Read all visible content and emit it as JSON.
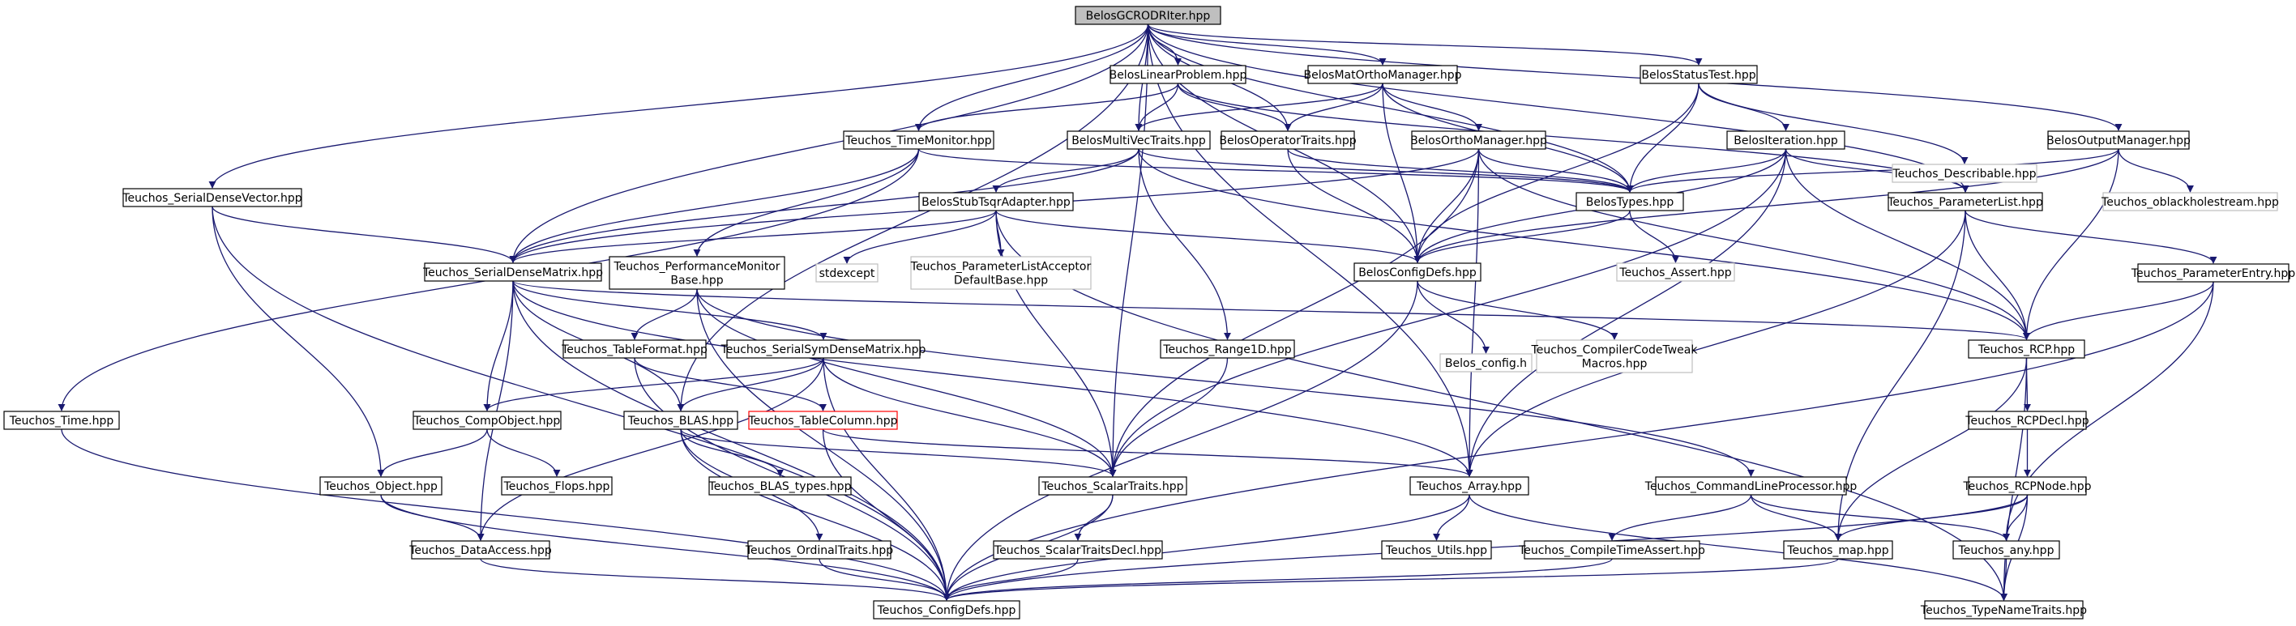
{
  "graph": {
    "colors": {
      "root_fill": "#bfbfbf",
      "node_border": "#000000",
      "external_border": "#bfbfbf",
      "highlight_border": "#ff0000",
      "edge": "#191970",
      "external_text": "#7f7f7f"
    },
    "nodes": [
      {
        "id": "root",
        "lines": [
          "BelosGCRODRIter.hpp"
        ],
        "kind": "root"
      },
      {
        "id": "linprob",
        "lines": [
          "BelosLinearProblem.hpp"
        ],
        "kind": "normal"
      },
      {
        "id": "matortho",
        "lines": [
          "BelosMatOrthoManager.hpp"
        ],
        "kind": "normal"
      },
      {
        "id": "statustest",
        "lines": [
          "BelosStatusTest.hpp"
        ],
        "kind": "normal"
      },
      {
        "id": "timemon",
        "lines": [
          "Teuchos_TimeMonitor.hpp"
        ],
        "kind": "normal"
      },
      {
        "id": "multivec",
        "lines": [
          "BelosMultiVecTraits.hpp"
        ],
        "kind": "normal"
      },
      {
        "id": "optraits",
        "lines": [
          "BelosOperatorTraits.hpp"
        ],
        "kind": "normal"
      },
      {
        "id": "orthomgr",
        "lines": [
          "BelosOrthoManager.hpp"
        ],
        "kind": "normal"
      },
      {
        "id": "iteration",
        "lines": [
          "BelosIteration.hpp"
        ],
        "kind": "normal"
      },
      {
        "id": "describable",
        "lines": [
          "Teuchos_Describable.hpp"
        ],
        "kind": "external"
      },
      {
        "id": "outputmgr",
        "lines": [
          "BelosOutputManager.hpp"
        ],
        "kind": "normal"
      },
      {
        "id": "serialdensevec",
        "lines": [
          "Teuchos_SerialDenseVector.hpp"
        ],
        "kind": "normal"
      },
      {
        "id": "stubtsqr",
        "lines": [
          "BelosStubTsqrAdapter.hpp"
        ],
        "kind": "normal"
      },
      {
        "id": "belostypes",
        "lines": [
          "BelosTypes.hpp"
        ],
        "kind": "normal"
      },
      {
        "id": "paramlist",
        "lines": [
          "Teuchos_ParameterList.hpp"
        ],
        "kind": "normal"
      },
      {
        "id": "oblackhole",
        "lines": [
          "Teuchos_oblackholestream.hpp"
        ],
        "kind": "external"
      },
      {
        "id": "serialdensemat",
        "lines": [
          "Teuchos_SerialDenseMatrix.hpp"
        ],
        "kind": "normal"
      },
      {
        "id": "perfmon",
        "lines": [
          "Teuchos_PerformanceMonitor",
          "Base.hpp"
        ],
        "kind": "normal"
      },
      {
        "id": "stdexcept",
        "lines": [
          "stdexcept"
        ],
        "kind": "external"
      },
      {
        "id": "plistacceptor",
        "lines": [
          "Teuchos_ParameterListAcceptor",
          "DefaultBase.hpp"
        ],
        "kind": "external"
      },
      {
        "id": "belosconfig",
        "lines": [
          "BelosConfigDefs.hpp"
        ],
        "kind": "normal"
      },
      {
        "id": "assert",
        "lines": [
          "Teuchos_Assert.hpp"
        ],
        "kind": "external"
      },
      {
        "id": "paramentry",
        "lines": [
          "Teuchos_ParameterEntry.hpp"
        ],
        "kind": "normal"
      },
      {
        "id": "tableformat",
        "lines": [
          "Teuchos_TableFormat.hpp"
        ],
        "kind": "normal"
      },
      {
        "id": "serialsym",
        "lines": [
          "Teuchos_SerialSymDenseMatrix.hpp"
        ],
        "kind": "normal"
      },
      {
        "id": "range1d",
        "lines": [
          "Teuchos_Range1D.hpp"
        ],
        "kind": "normal"
      },
      {
        "id": "belosconfigh",
        "lines": [
          "Belos_config.h"
        ],
        "kind": "external"
      },
      {
        "id": "codetweak",
        "lines": [
          "Teuchos_CompilerCodeTweak",
          "Macros.hpp"
        ],
        "kind": "external"
      },
      {
        "id": "rcp",
        "lines": [
          "Teuchos_RCP.hpp"
        ],
        "kind": "normal"
      },
      {
        "id": "time",
        "lines": [
          "Teuchos_Time.hpp"
        ],
        "kind": "normal"
      },
      {
        "id": "compobject",
        "lines": [
          "Teuchos_CompObject.hpp"
        ],
        "kind": "normal"
      },
      {
        "id": "blas",
        "lines": [
          "Teuchos_BLAS.hpp"
        ],
        "kind": "normal"
      },
      {
        "id": "tablecolumn",
        "lines": [
          "Teuchos_TableColumn.hpp"
        ],
        "kind": "highlight"
      },
      {
        "id": "rcpdecl",
        "lines": [
          "Teuchos_RCPDecl.hpp"
        ],
        "kind": "normal"
      },
      {
        "id": "object",
        "lines": [
          "Teuchos_Object.hpp"
        ],
        "kind": "normal"
      },
      {
        "id": "flops",
        "lines": [
          "Teuchos_Flops.hpp"
        ],
        "kind": "normal"
      },
      {
        "id": "blastypes",
        "lines": [
          "Teuchos_BLAS_types.hpp"
        ],
        "kind": "normal"
      },
      {
        "id": "scalartraits",
        "lines": [
          "Teuchos_ScalarTraits.hpp"
        ],
        "kind": "normal"
      },
      {
        "id": "array",
        "lines": [
          "Teuchos_Array.hpp"
        ],
        "kind": "normal"
      },
      {
        "id": "cmdline",
        "lines": [
          "Teuchos_CommandLineProcessor.hpp"
        ],
        "kind": "normal"
      },
      {
        "id": "rcpnode",
        "lines": [
          "Teuchos_RCPNode.hpp"
        ],
        "kind": "normal"
      },
      {
        "id": "dataaccess",
        "lines": [
          "Teuchos_DataAccess.hpp"
        ],
        "kind": "normal"
      },
      {
        "id": "ordinaltraits",
        "lines": [
          "Teuchos_OrdinalTraits.hpp"
        ],
        "kind": "normal"
      },
      {
        "id": "scalartraitsdecl",
        "lines": [
          "Teuchos_ScalarTraitsDecl.hpp"
        ],
        "kind": "normal"
      },
      {
        "id": "utils",
        "lines": [
          "Teuchos_Utils.hpp"
        ],
        "kind": "normal"
      },
      {
        "id": "compiletime",
        "lines": [
          "Teuchos_CompileTimeAssert.hpp"
        ],
        "kind": "normal"
      },
      {
        "id": "map",
        "lines": [
          "Teuchos_map.hpp"
        ],
        "kind": "normal"
      },
      {
        "id": "any",
        "lines": [
          "Teuchos_any.hpp"
        ],
        "kind": "normal"
      },
      {
        "id": "configdefs",
        "lines": [
          "Teuchos_ConfigDefs.hpp"
        ],
        "kind": "normal"
      },
      {
        "id": "typename",
        "lines": [
          "Teuchos_TypeNameTraits.hpp"
        ],
        "kind": "normal"
      }
    ],
    "edges": [
      [
        "root",
        "linprob"
      ],
      [
        "root",
        "matortho"
      ],
      [
        "root",
        "statustest"
      ],
      [
        "root",
        "timemon"
      ],
      [
        "root",
        "multivec"
      ],
      [
        "root",
        "optraits"
      ],
      [
        "root",
        "outputmgr"
      ],
      [
        "root",
        "serialdensevec"
      ],
      [
        "root",
        "belostypes"
      ],
      [
        "root",
        "paramlist"
      ],
      [
        "root",
        "serialdensemat"
      ],
      [
        "root",
        "belosconfig"
      ],
      [
        "root",
        "scalartraits"
      ],
      [
        "root",
        "blas"
      ],
      [
        "root",
        "array"
      ],
      [
        "linprob",
        "multivec"
      ],
      [
        "linprob",
        "optraits"
      ],
      [
        "linprob",
        "timemon"
      ],
      [
        "linprob",
        "paramlist"
      ],
      [
        "matortho",
        "multivec"
      ],
      [
        "matortho",
        "optraits"
      ],
      [
        "matortho",
        "orthomgr"
      ],
      [
        "matortho",
        "belostypes"
      ],
      [
        "matortho",
        "belosconfig"
      ],
      [
        "statustest",
        "iteration"
      ],
      [
        "statustest",
        "describable"
      ],
      [
        "statustest",
        "belostypes"
      ],
      [
        "statustest",
        "belosconfig"
      ],
      [
        "timemon",
        "perfmon"
      ],
      [
        "timemon",
        "time"
      ],
      [
        "timemon",
        "belostypes"
      ],
      [
        "timemon",
        "serialdensemat"
      ],
      [
        "multivec",
        "stubtsqr"
      ],
      [
        "multivec",
        "range1d"
      ],
      [
        "multivec",
        "belostypes"
      ],
      [
        "multivec",
        "rcp"
      ],
      [
        "multivec",
        "serialdensemat"
      ],
      [
        "optraits",
        "belostypes"
      ],
      [
        "optraits",
        "belosconfig"
      ],
      [
        "orthomgr",
        "belostypes"
      ],
      [
        "orthomgr",
        "belosconfig"
      ],
      [
        "orthomgr",
        "scalartraits"
      ],
      [
        "orthomgr",
        "array"
      ],
      [
        "orthomgr",
        "rcp"
      ],
      [
        "orthomgr",
        "serialdensemat"
      ],
      [
        "iteration",
        "belostypes"
      ],
      [
        "iteration",
        "paramlist"
      ],
      [
        "iteration",
        "belosconfig"
      ],
      [
        "iteration",
        "scalartraits"
      ],
      [
        "iteration",
        "array"
      ],
      [
        "iteration",
        "rcp"
      ],
      [
        "outputmgr",
        "belostypes"
      ],
      [
        "outputmgr",
        "oblackhole"
      ],
      [
        "outputmgr",
        "rcp"
      ],
      [
        "outputmgr",
        "belosconfig"
      ],
      [
        "serialdensevec",
        "serialdensemat"
      ],
      [
        "serialdensevec",
        "object"
      ],
      [
        "serialdensevec",
        "configdefs"
      ],
      [
        "stubtsqr",
        "serialdensemat"
      ],
      [
        "stubtsqr",
        "stdexcept"
      ],
      [
        "stubtsqr",
        "plistacceptor"
      ],
      [
        "stubtsqr",
        "belosconfig"
      ],
      [
        "stubtsqr",
        "scalartraits"
      ],
      [
        "stubtsqr",
        "typename"
      ],
      [
        "belostypes",
        "belosconfig"
      ],
      [
        "belostypes",
        "assert"
      ],
      [
        "paramlist",
        "paramentry"
      ],
      [
        "paramlist",
        "rcp"
      ],
      [
        "paramlist",
        "map"
      ],
      [
        "paramlist",
        "array"
      ],
      [
        "serialdensemat",
        "compobject"
      ],
      [
        "serialdensemat",
        "blas"
      ],
      [
        "serialdensemat",
        "serialsym"
      ],
      [
        "serialdensemat",
        "dataaccess"
      ],
      [
        "serialdensemat",
        "configdefs"
      ],
      [
        "serialdensemat",
        "rcp"
      ],
      [
        "serialdensemat",
        "array"
      ],
      [
        "perfmon",
        "tableformat"
      ],
      [
        "perfmon",
        "configdefs"
      ],
      [
        "perfmon",
        "scalartraits"
      ],
      [
        "perfmon",
        "cmdline"
      ],
      [
        "belosconfig",
        "belosconfigh"
      ],
      [
        "belosconfig",
        "codetweak"
      ],
      [
        "belosconfig",
        "configdefs"
      ],
      [
        "paramentry",
        "rcp"
      ],
      [
        "paramentry",
        "any"
      ],
      [
        "paramentry",
        "configdefs"
      ],
      [
        "tableformat",
        "tablecolumn"
      ],
      [
        "tableformat",
        "configdefs"
      ],
      [
        "serialsym",
        "compobject"
      ],
      [
        "serialsym",
        "blas"
      ],
      [
        "serialsym",
        "scalartraits"
      ],
      [
        "serialsym",
        "dataaccess"
      ],
      [
        "serialsym",
        "configdefs"
      ],
      [
        "range1d",
        "scalartraits"
      ],
      [
        "rcp",
        "rcpdecl"
      ],
      [
        "rcp",
        "map"
      ],
      [
        "rcp",
        "typename"
      ],
      [
        "compobject",
        "object"
      ],
      [
        "compobject",
        "flops"
      ],
      [
        "blas",
        "blastypes"
      ],
      [
        "blas",
        "scalartraits"
      ],
      [
        "blas",
        "ordinaltraits"
      ],
      [
        "blas",
        "configdefs"
      ],
      [
        "tablecolumn",
        "array"
      ],
      [
        "tablecolumn",
        "configdefs"
      ],
      [
        "rcpdecl",
        "rcpnode"
      ],
      [
        "object",
        "dataaccess"
      ],
      [
        "object",
        "configdefs"
      ],
      [
        "scalartraits",
        "scalartraitsdecl"
      ],
      [
        "scalartraits",
        "configdefs"
      ],
      [
        "array",
        "utils"
      ],
      [
        "array",
        "configdefs"
      ],
      [
        "array",
        "typename"
      ],
      [
        "cmdline",
        "compiletime"
      ],
      [
        "cmdline",
        "map"
      ],
      [
        "cmdline",
        "any"
      ],
      [
        "rcpnode",
        "map"
      ],
      [
        "rcpnode",
        "any"
      ],
      [
        "rcpnode",
        "typename"
      ],
      [
        "rcpnode",
        "configdefs"
      ],
      [
        "dataaccess",
        "configdefs"
      ],
      [
        "ordinaltraits",
        "configdefs"
      ],
      [
        "scalartraitsdecl",
        "configdefs"
      ],
      [
        "compiletime",
        "configdefs"
      ],
      [
        "map",
        "configdefs"
      ],
      [
        "any",
        "typename"
      ],
      [
        "time",
        "configdefs"
      ]
    ]
  }
}
